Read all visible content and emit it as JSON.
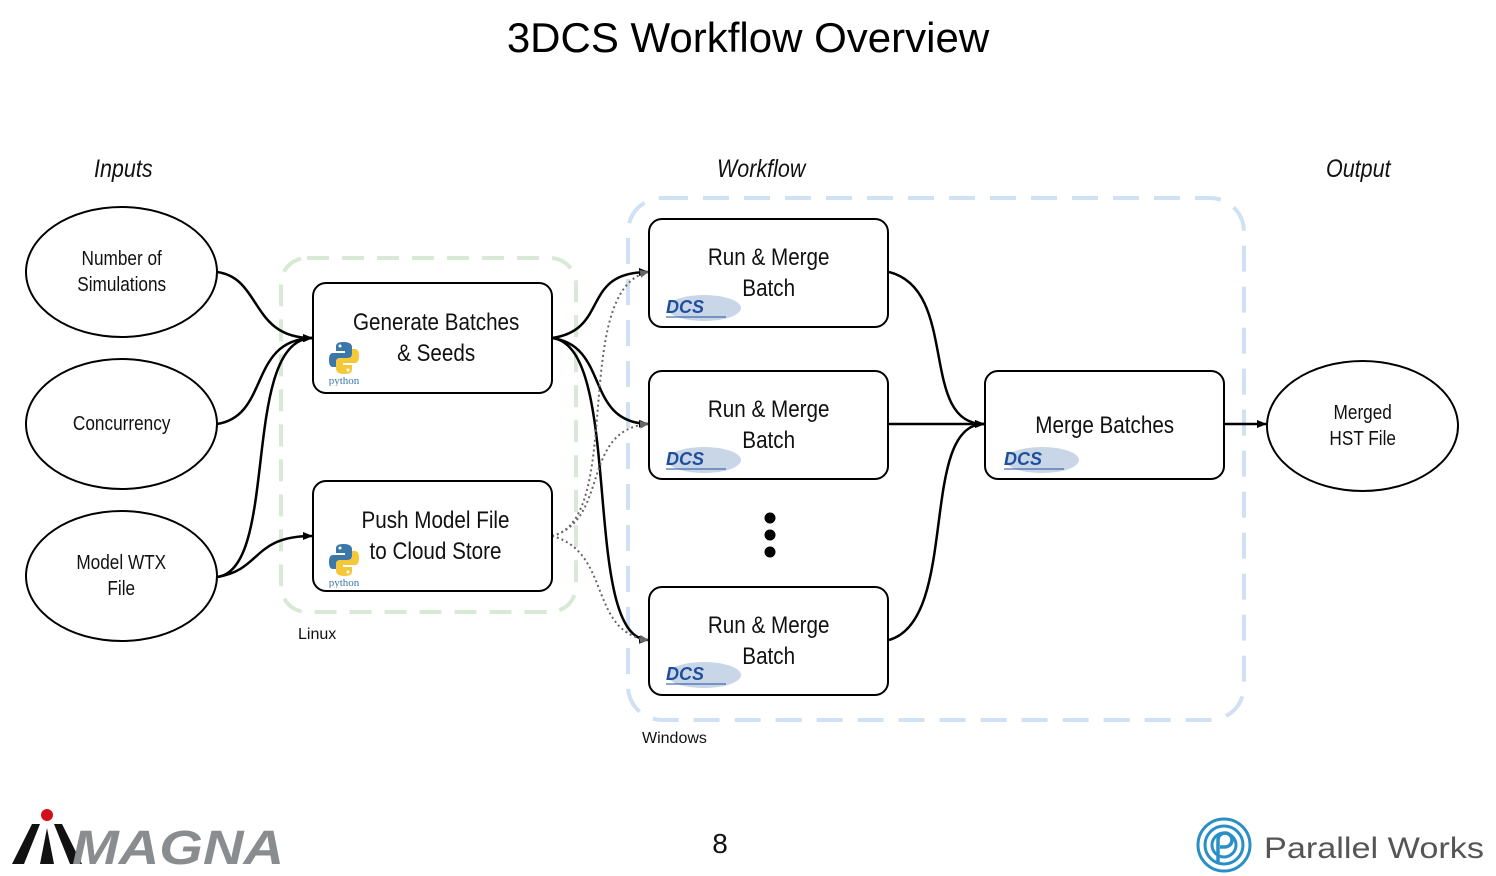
{
  "title": "3DCS Workflow Overview",
  "columns": {
    "inputs": "Inputs",
    "workflow": "Workflow",
    "output": "Output"
  },
  "inputs": {
    "num_sims": [
      "Number of",
      "Simulations"
    ],
    "concurrency": [
      "Concurrency"
    ],
    "model": [
      "Model WTX",
      "File"
    ]
  },
  "linux_steps": {
    "generate": [
      "Generate Batches",
      "& Seeds"
    ],
    "push": [
      "Push Model File",
      "to Cloud Store"
    ]
  },
  "batches": {
    "b1": [
      "Run & Merge",
      "Batch"
    ],
    "b2": [
      "Run & Merge",
      "Batch"
    ],
    "b3": [
      "Run & Merge",
      "Batch"
    ]
  },
  "merge": [
    "Merge Batches"
  ],
  "output": [
    "Merged",
    "HST File"
  ],
  "zones": {
    "linux": "Linux",
    "windows": "Windows"
  },
  "icons": {
    "python": "python",
    "dcs": "DCS"
  },
  "page_number": "8",
  "logos": {
    "magna": "MAGNA",
    "parallel_works": "Parallel Works"
  },
  "colors": {
    "linux_zone": "#d8ead5",
    "windows_zone": "#cfe1f3",
    "dcs_blue": "#1f4e9c",
    "python_blue": "#3b77a8",
    "python_yellow": "#f5c83a",
    "magna_red": "#d0101b",
    "magna_gray": "#8a8d90",
    "pw_blue": "#2a8fc6"
  }
}
